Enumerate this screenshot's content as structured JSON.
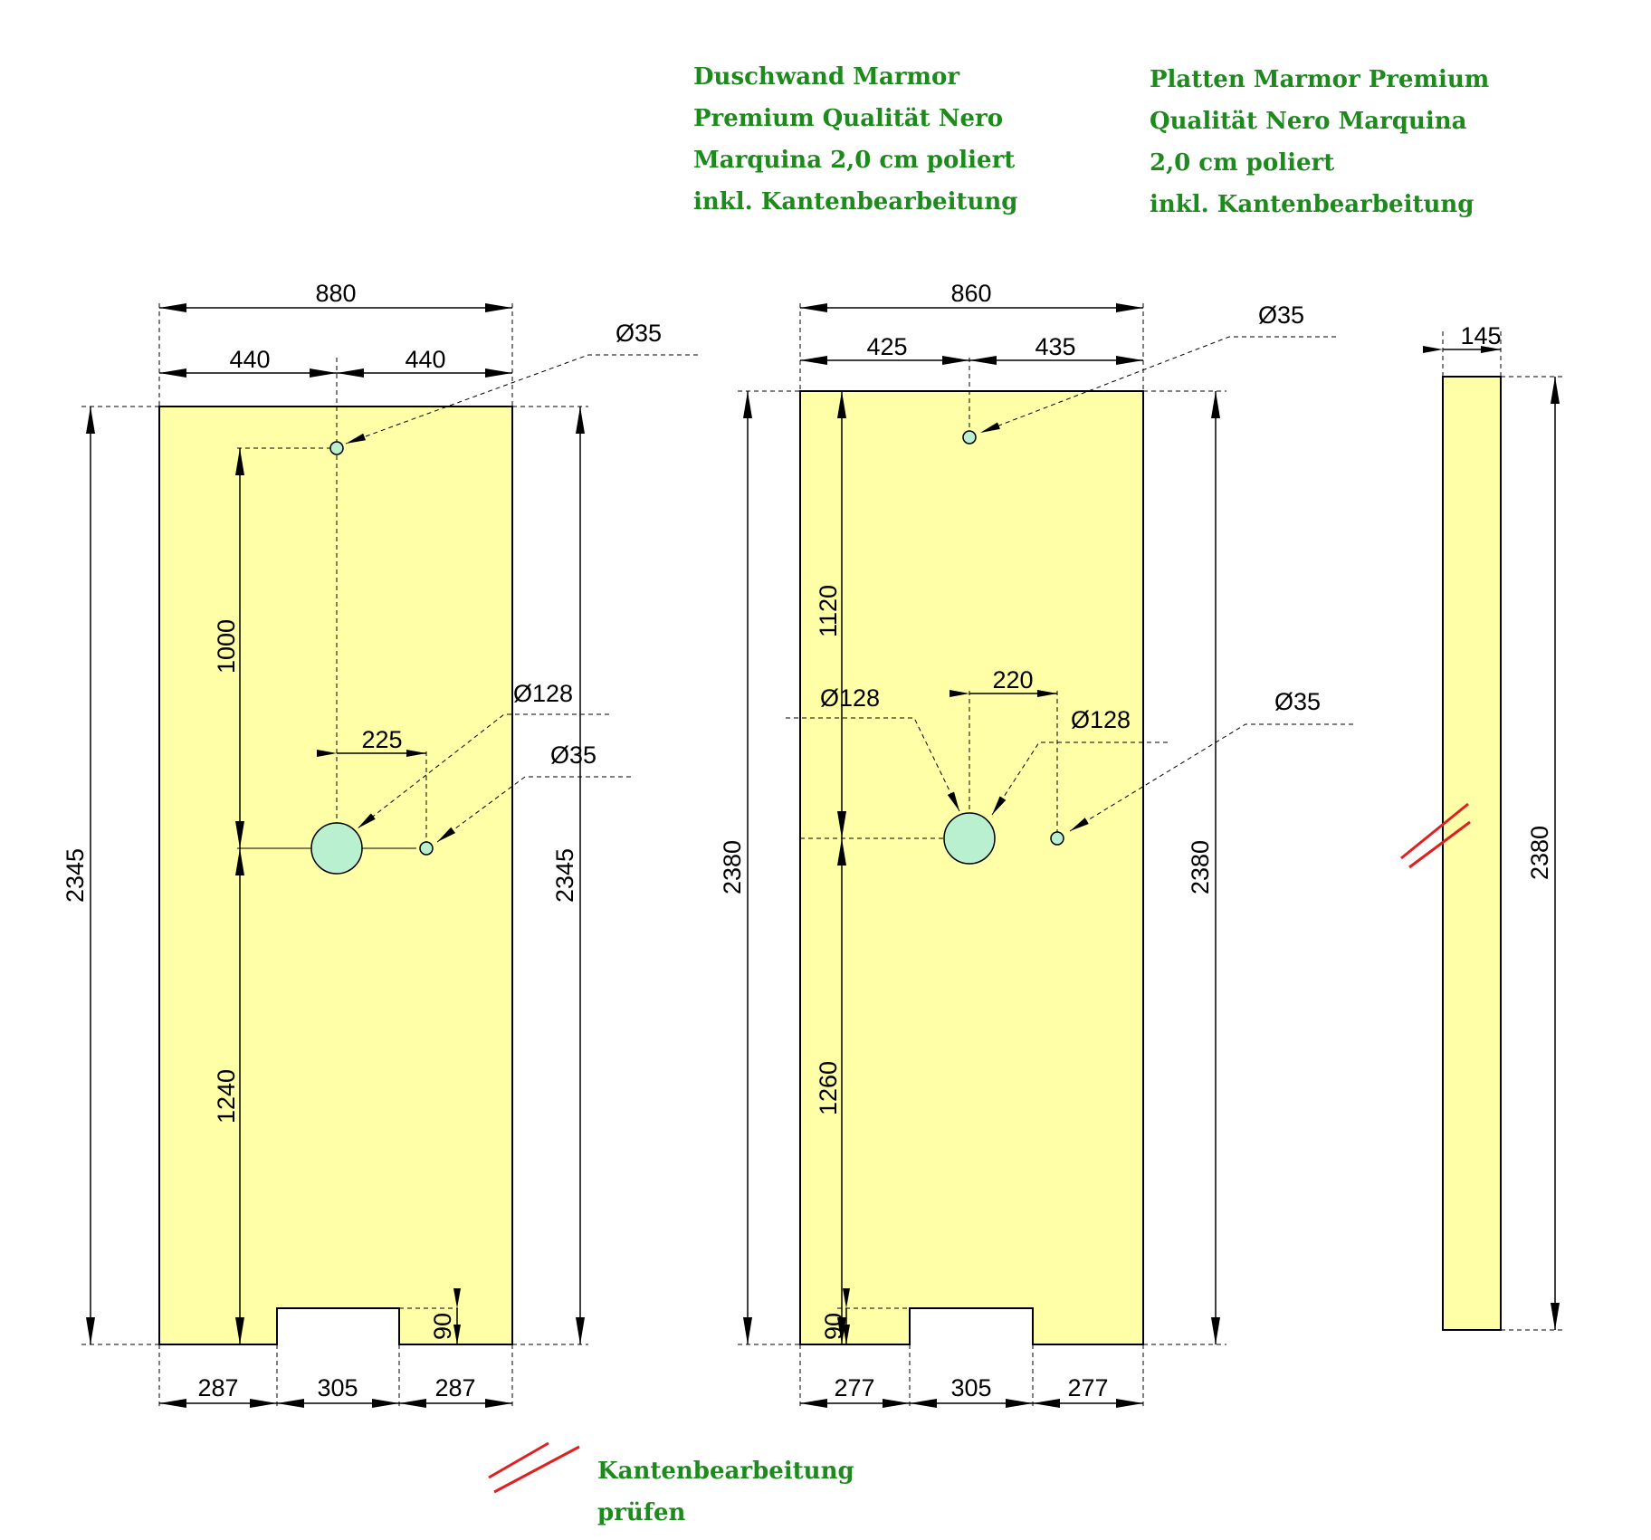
{
  "colors": {
    "panel_fill": "#ffffa8",
    "hole_fill": "#b8f0d0",
    "dimension_line": "#000000",
    "note_text": "#1e8a1e",
    "edge_marker": "#e02020"
  },
  "notes": {
    "panel_1": [
      "Duschwand Marmor",
      "Premium Qualität Nero",
      "Marquina 2,0 cm poliert",
      "inkl. Kantenbearbeitung"
    ],
    "panel_2": [
      "Platten Marmor Premium",
      "Qualität Nero Marquina",
      "2,0 cm poliert",
      "inkl. Kantenbearbeitung"
    ],
    "legend": [
      "Kantenbearbeitung",
      "prüfen"
    ]
  },
  "panel_1": {
    "width_total": "880",
    "width_left": "440",
    "width_right": "440",
    "height_left": "2345",
    "height_right": "2345",
    "vertical_upper": "1000",
    "vertical_lower": "1240",
    "hole_spacing": "225",
    "hole_top_label": "Ø35",
    "hole_large_label": "Ø128",
    "hole_small_label": "Ø35",
    "notch_depth": "90",
    "bottom_left": "287",
    "bottom_notch": "305",
    "bottom_right": "287"
  },
  "panel_2": {
    "width_total": "860",
    "width_left": "425",
    "width_right": "435",
    "height_left": "2380",
    "height_right": "2380",
    "vertical_upper": "1120",
    "vertical_lower": "1260",
    "hole_spacing": "220",
    "hole_top_label": "Ø35",
    "hole_large_label_left": "Ø128",
    "hole_large_label_right": "Ø128",
    "hole_small_label": "Ø35",
    "notch_depth": "90",
    "bottom_left": "277",
    "bottom_notch": "305",
    "bottom_right": "277"
  },
  "panel_3": {
    "width": "145",
    "height": "2380"
  }
}
